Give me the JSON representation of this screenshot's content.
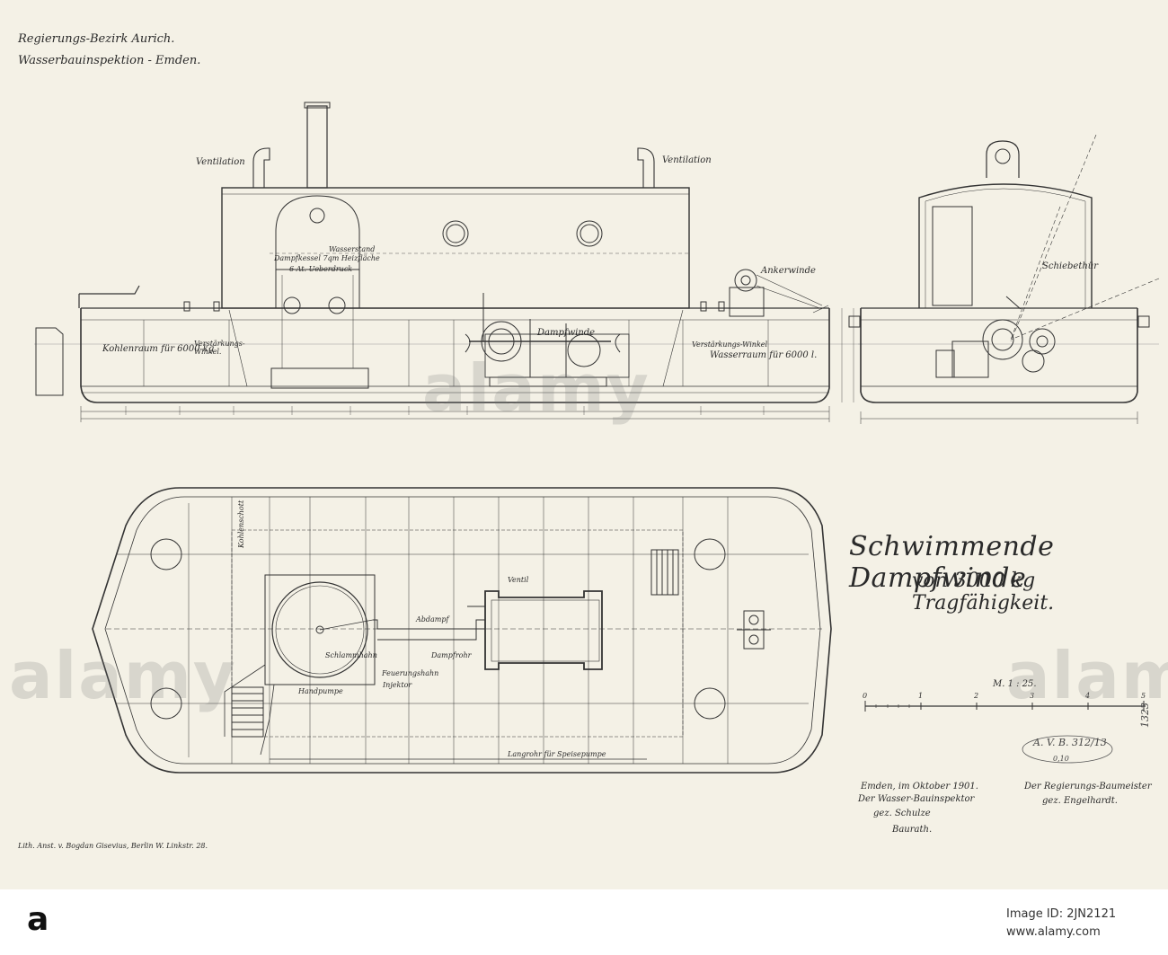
{
  "header": {
    "line1": "Regierungs-Bezirk Aurich.",
    "line2": "Wasserbauinspektion - Emden."
  },
  "title": {
    "line1": "Schwimmende Dampfwinde",
    "line2": "von 3000 kg Tragfähigkeit."
  },
  "labels": {
    "ventilation": "Ventilation",
    "ankerwinde": "Ankerwinde",
    "schiebethuer": "Schiebethür",
    "dampfwinde": "Dampfwinde",
    "kohlenraum": "Kohlenraum für 6000 kg",
    "verstaerkung_winkel": "Verstärkungs-Winkel.",
    "verstaerkung_winkel2": "Verstärkungs-Winkel",
    "wasserraum": "Wasserraum für 6000 l.",
    "dampfkessel": "Dampfkessel 7qm Heizfläche",
    "ueberdruck": "6 At. Ueberdruck",
    "wasserstand": "Wasserstand",
    "kohlenschott": "Kohlenschott",
    "dampf": "Abdampf",
    "dampfrohr": "Dampfrohr",
    "speiserohr": "Langrohr für Speisepumpe",
    "handpumpe": "Handpumpe",
    "injektor": "Injektor",
    "schlammhahn": "Schlammhahn",
    "feuerung": "Feuerungshahn",
    "ventil": "Ventil"
  },
  "scale": {
    "label": "M. 1 : 25.",
    "ticks": [
      "0",
      "1",
      "2",
      "3",
      "4",
      "5"
    ]
  },
  "signatures": {
    "place_date": "Emden, im Oktober 1901.",
    "left_role": "Der Wasser-Bauinspektor",
    "left_name": "gez. Schulze",
    "left_title": "Baurath.",
    "right_role": "Der Regierungs-Baumeister",
    "right_name": "gez. Engelhardt."
  },
  "stamp": "A. V. B. 312/13",
  "stamp_sub": "0,10",
  "side_number": "1323",
  "printer": "Lith. Anst. v. Bogdan Gisevius, Berlin W. Linkstr. 28.",
  "watermark": "alamy",
  "bottom_bar": {
    "logo": "a",
    "image_id_label": "Image ID: 2JN2121",
    "site": "www.alamy.com"
  }
}
